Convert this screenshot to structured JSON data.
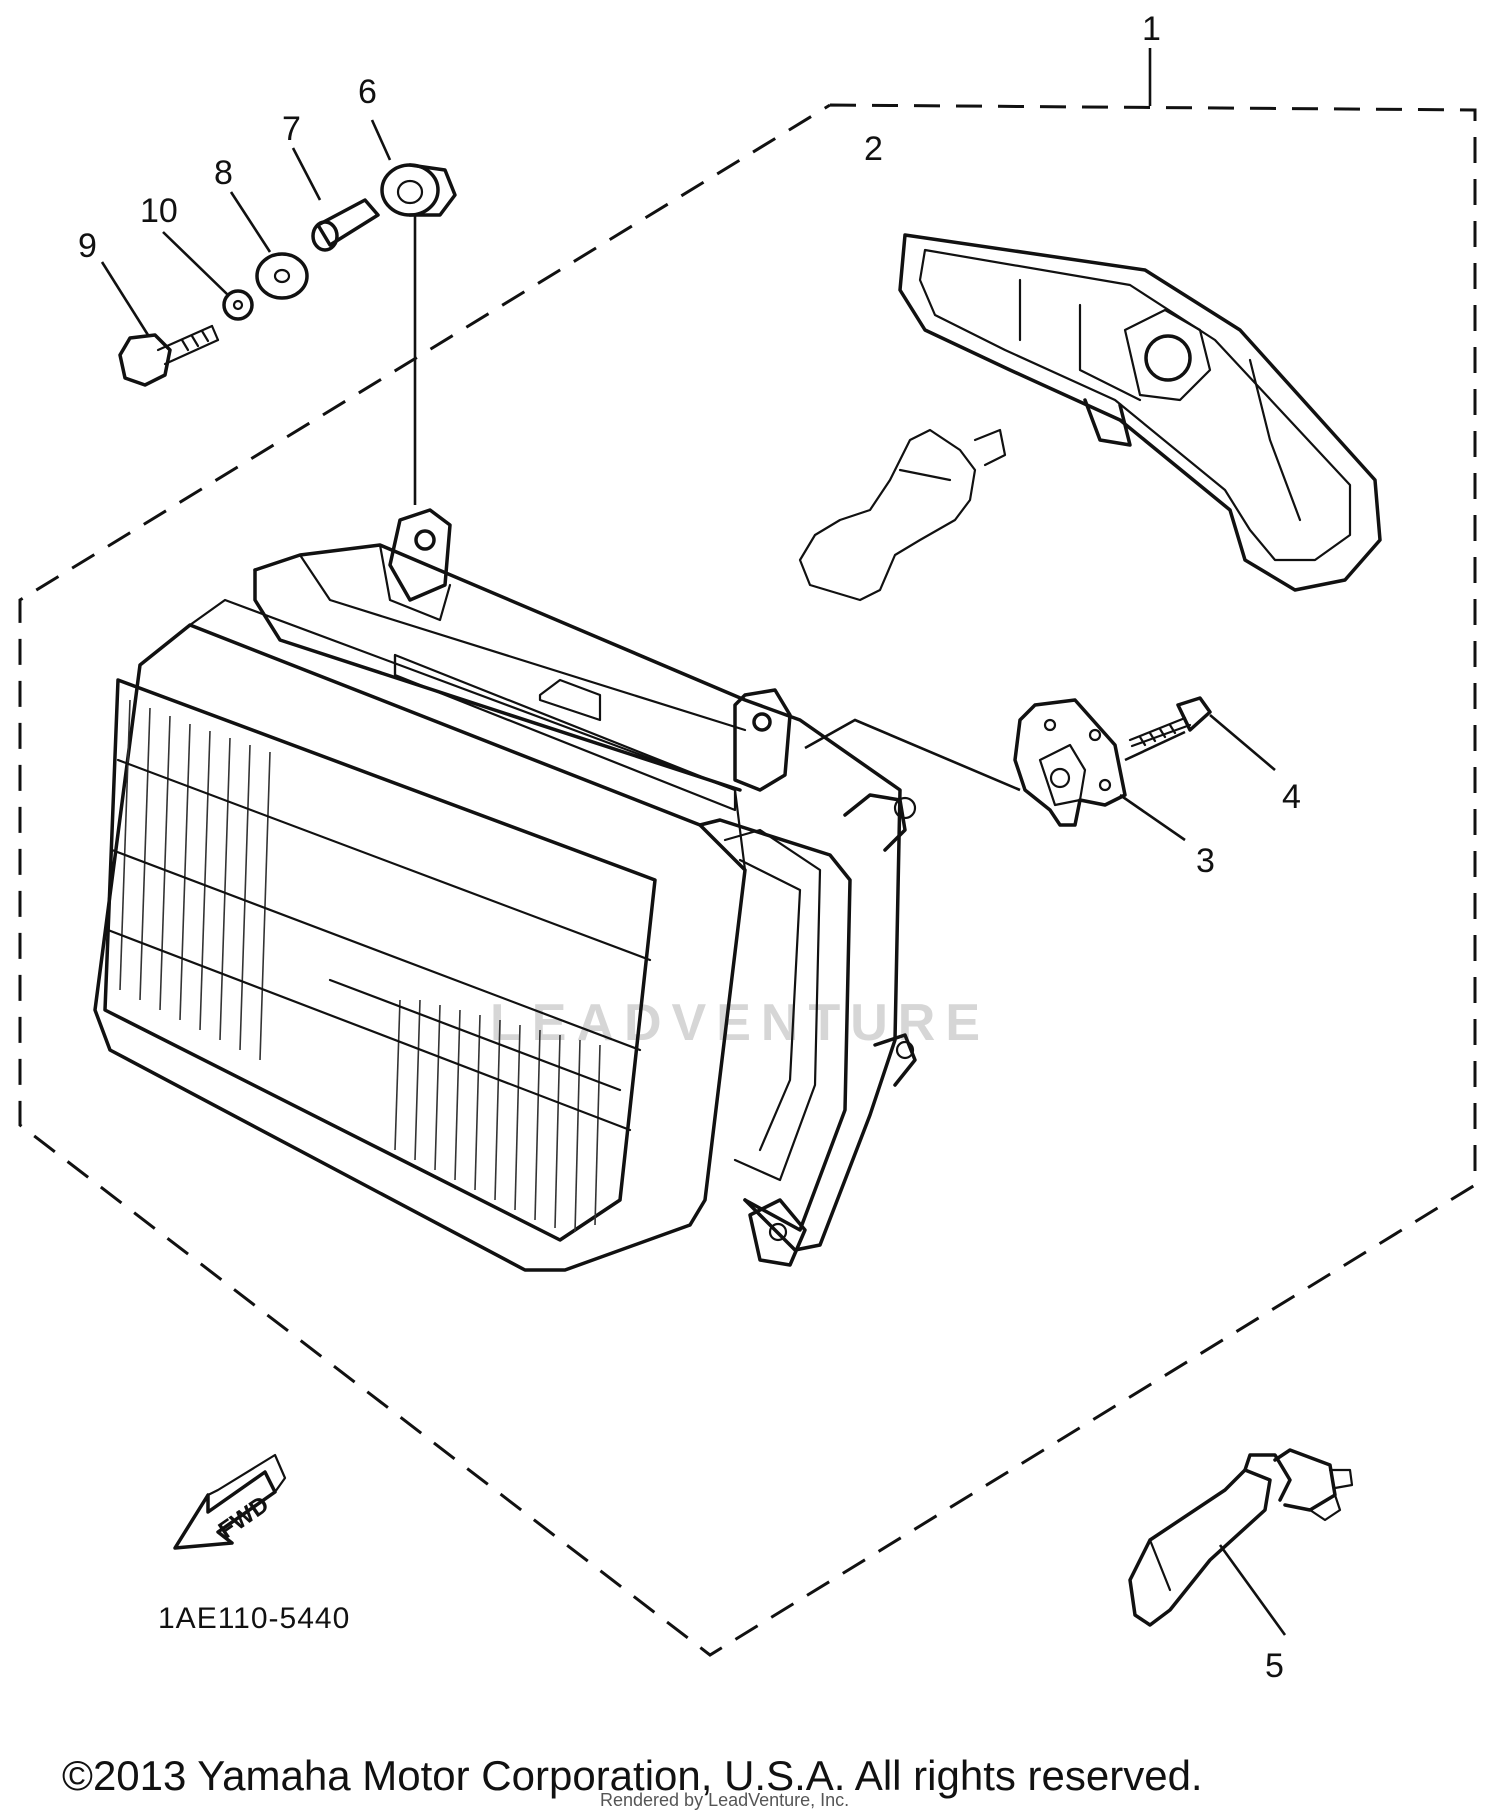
{
  "callouts": {
    "c1": "1",
    "c2": "2",
    "c3": "3",
    "c4": "4",
    "c5": "5",
    "c6": "6",
    "c7": "7",
    "c8": "8",
    "c9": "9",
    "c10": "10"
  },
  "fwd_label": "FWD",
  "part_code": "1AE110-5440",
  "watermark": "LEADVENTURE",
  "copyright": "©2013 Yamaha Motor Corporation, U.S.A. All rights reserved.",
  "rendered_by": "Rendered by LeadVenture, Inc."
}
